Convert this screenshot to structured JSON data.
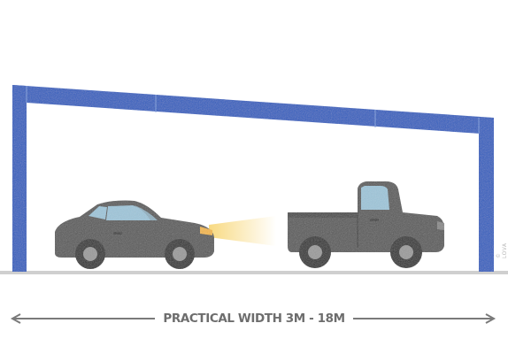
{
  "caption": "PRACTICAL WIDTH 3M - 18M",
  "watermark": "© LOVA FED",
  "colors": {
    "frame": "#2f5ec0",
    "car": "#5a5a5a",
    "ground": "#cfcfcf",
    "headlight": "#f7d36b",
    "caption": "#6d6d6d",
    "window": "#9fc6da"
  },
  "icons": {
    "left_vehicle": "sedan-car",
    "right_vehicle": "pickup-truck",
    "width_arrow": "double-headed-arrow"
  }
}
